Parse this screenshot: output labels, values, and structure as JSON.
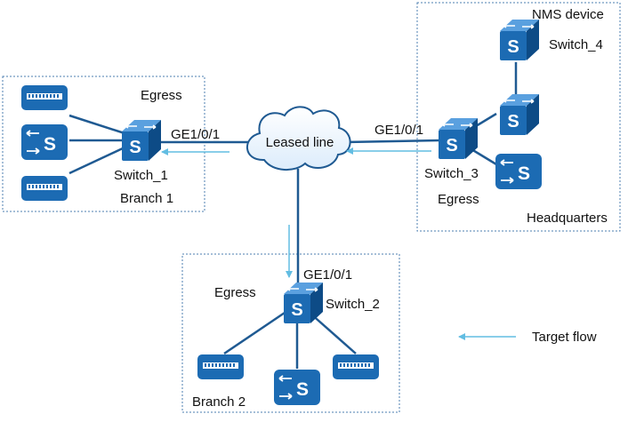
{
  "colors": {
    "device_blue": "#1c6bb3",
    "device_dark": "#0f4f8c",
    "link_line": "#1f5a92",
    "flow_arrow": "#62bde2",
    "region_border": "#4e7fb0"
  },
  "regions": {
    "branch1": {
      "label": "Branch 1",
      "egress": "Egress"
    },
    "headquarters": {
      "label": "Headquarters",
      "egress": "Egress"
    },
    "branch2": {
      "label": "Branch 2",
      "egress": "Egress"
    }
  },
  "cloud": {
    "label": "Leased line",
    "icon": "cloud-icon"
  },
  "switches": {
    "switch_1": {
      "label": "Switch_1",
      "port": "GE1/0/1",
      "icon": "switch-icon"
    },
    "switch_2": {
      "label": "Switch_2",
      "port": "GE1/0/1",
      "icon": "switch-icon"
    },
    "switch_3": {
      "label": "Switch_3",
      "port": "GE1/0/1",
      "icon": "switch-icon"
    },
    "switch_4": {
      "label": "Switch_4",
      "icon": "switch-icon"
    }
  },
  "nms": {
    "label": "NMS device"
  },
  "legend": {
    "target_flow": "Target flow"
  }
}
